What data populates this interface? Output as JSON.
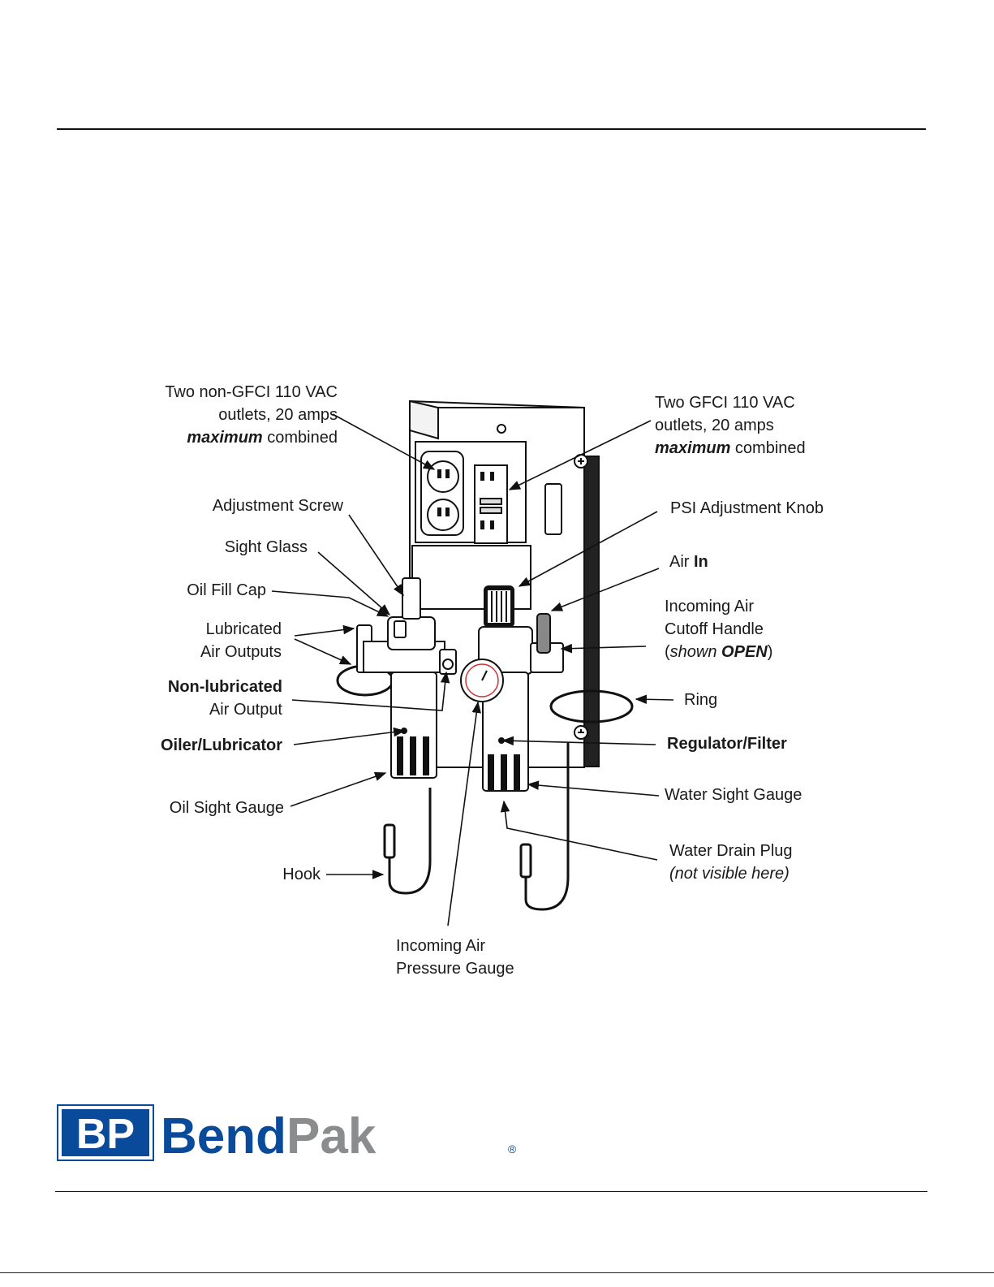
{
  "labels": {
    "non_gfci": {
      "l1": "Two non-GFCI 110 VAC",
      "l2": "outlets, 20 amps",
      "l3a": "maximum",
      "l3b": " combined"
    },
    "gfci": {
      "l1": "Two GFCI 110 VAC",
      "l2": "outlets, 20 amps",
      "l3a": "maximum",
      "l3b": " combined"
    },
    "adjustment_screw": "Adjustment Screw",
    "sight_glass": "Sight Glass",
    "oil_fill_cap": "Oil Fill Cap",
    "lubricated": {
      "l1": "Lubricated",
      "l2": "Air Outputs"
    },
    "non_lubricated": {
      "l1": "Non-lubricated",
      "l2": "Air Output"
    },
    "oiler": "Oiler/Lubricator",
    "oil_sight_gauge": "Oil Sight Gauge",
    "hook": "Hook",
    "psi_knob": "PSI Adjustment Knob",
    "air_in": {
      "a": "Air ",
      "b": "In"
    },
    "cutoff": {
      "l1": "Incoming Air",
      "l2": "Cutoff Handle",
      "l3a": "(",
      "l3b": "shown ",
      "l3c": "OPEN",
      "l3d": ")"
    },
    "ring": "Ring",
    "regulator": "Regulator/Filter",
    "water_sight_gauge": "Water Sight Gauge",
    "water_drain": {
      "l1": "Water Drain Plug",
      "l2": "(not visible here)"
    },
    "pressure_gauge": {
      "l1": "Incoming Air",
      "l2": "Pressure Gauge"
    }
  },
  "logo": {
    "text_bp": "BP",
    "text_brand": "BendPak",
    "registered": "®",
    "color_blue": "#0a4a9a",
    "color_gray": "#8a8c8e"
  }
}
